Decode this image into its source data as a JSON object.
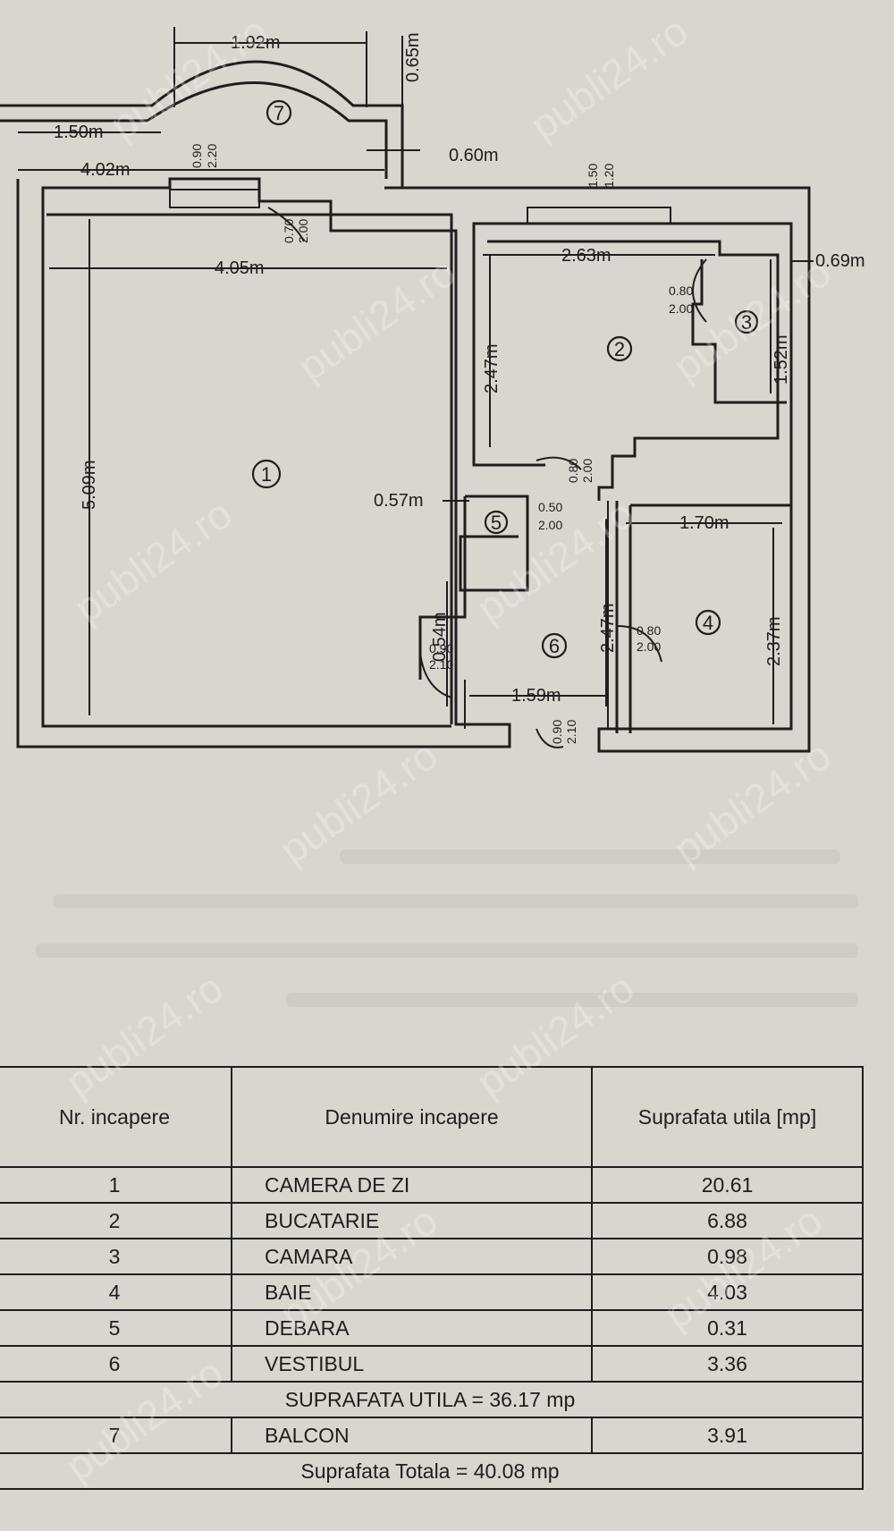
{
  "plan": {
    "dimensions": {
      "d_192": "1.92m",
      "d_065": "0.65m",
      "d_150": "1.50m",
      "d_402": "4.02m",
      "d_090_20": "0.90",
      "d_090_20b": "2.20",
      "d_060": "0.60m",
      "d_150_120a": "1.50",
      "d_150_120b": "1.20",
      "d_070_200a": "0.70",
      "d_070_200b": "2.00",
      "d_405": "4.05m",
      "d_263": "2.63m",
      "d_069": "0.69m",
      "d_080_200a": "0.80",
      "d_080_200b": "2.00",
      "d_152": "1.52m",
      "d_247a": "2.47m",
      "d_509": "5.09m",
      "d_080_200c": "0.80",
      "d_080_200d": "2.00",
      "d_057": "0.57m",
      "d_050_200a": "0.50",
      "d_050_200b": "2.00",
      "d_170": "1.70m",
      "d_247b": "2.47m",
      "d_237": "2.37m",
      "d_054": "0.54m",
      "d_080_200e": "0.80",
      "d_080_200f": "2.00",
      "d_090_210a": "0.90",
      "d_090_210b": "2.10",
      "d_159": "1.59m",
      "d_090_210c": "0.90",
      "d_090_210d": "2.10"
    },
    "room_markers": [
      "1",
      "2",
      "3",
      "4",
      "5",
      "6",
      "7"
    ]
  },
  "watermark": "publi24.ro",
  "table": {
    "headers": {
      "nr": "Nr. incapere",
      "name": "Denumire incapere",
      "area": "Suprafata utila [mp]"
    },
    "rows": [
      {
        "nr": "1",
        "name": "CAMERA DE ZI",
        "area": "20.61"
      },
      {
        "nr": "2",
        "name": "BUCATARIE",
        "area": "6.88"
      },
      {
        "nr": "3",
        "name": "CAMARA",
        "area": "0.98"
      },
      {
        "nr": "4",
        "name": "BAIE",
        "area": "4.03"
      },
      {
        "nr": "5",
        "name": "DEBARA",
        "area": "0.31"
      },
      {
        "nr": "6",
        "name": "VESTIBUL",
        "area": "3.36"
      }
    ],
    "useful_total": "SUPRAFATA UTILA = 36.17 mp",
    "balcony": {
      "nr": "7",
      "name": "BALCON",
      "area": "3.91"
    },
    "grand_total": "Suprafata Totala = 40.08 mp"
  }
}
